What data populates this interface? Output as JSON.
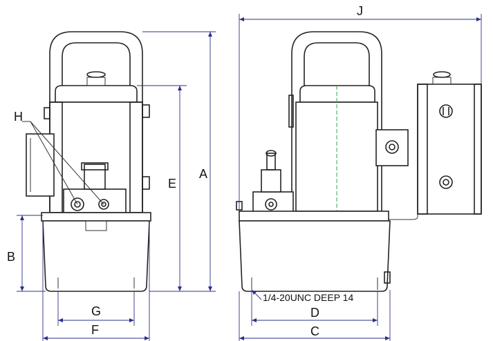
{
  "dimension_labels": {
    "A": "A",
    "B": "B",
    "C": "C",
    "D": "D",
    "E": "E",
    "F": "F",
    "G": "G",
    "H": "H",
    "J": "J"
  },
  "note": "1/4-20UNC DEEP 14",
  "colors": {
    "outline": "#222222",
    "dimension": "#2b2f8a",
    "centerline": "#3aa35a"
  }
}
